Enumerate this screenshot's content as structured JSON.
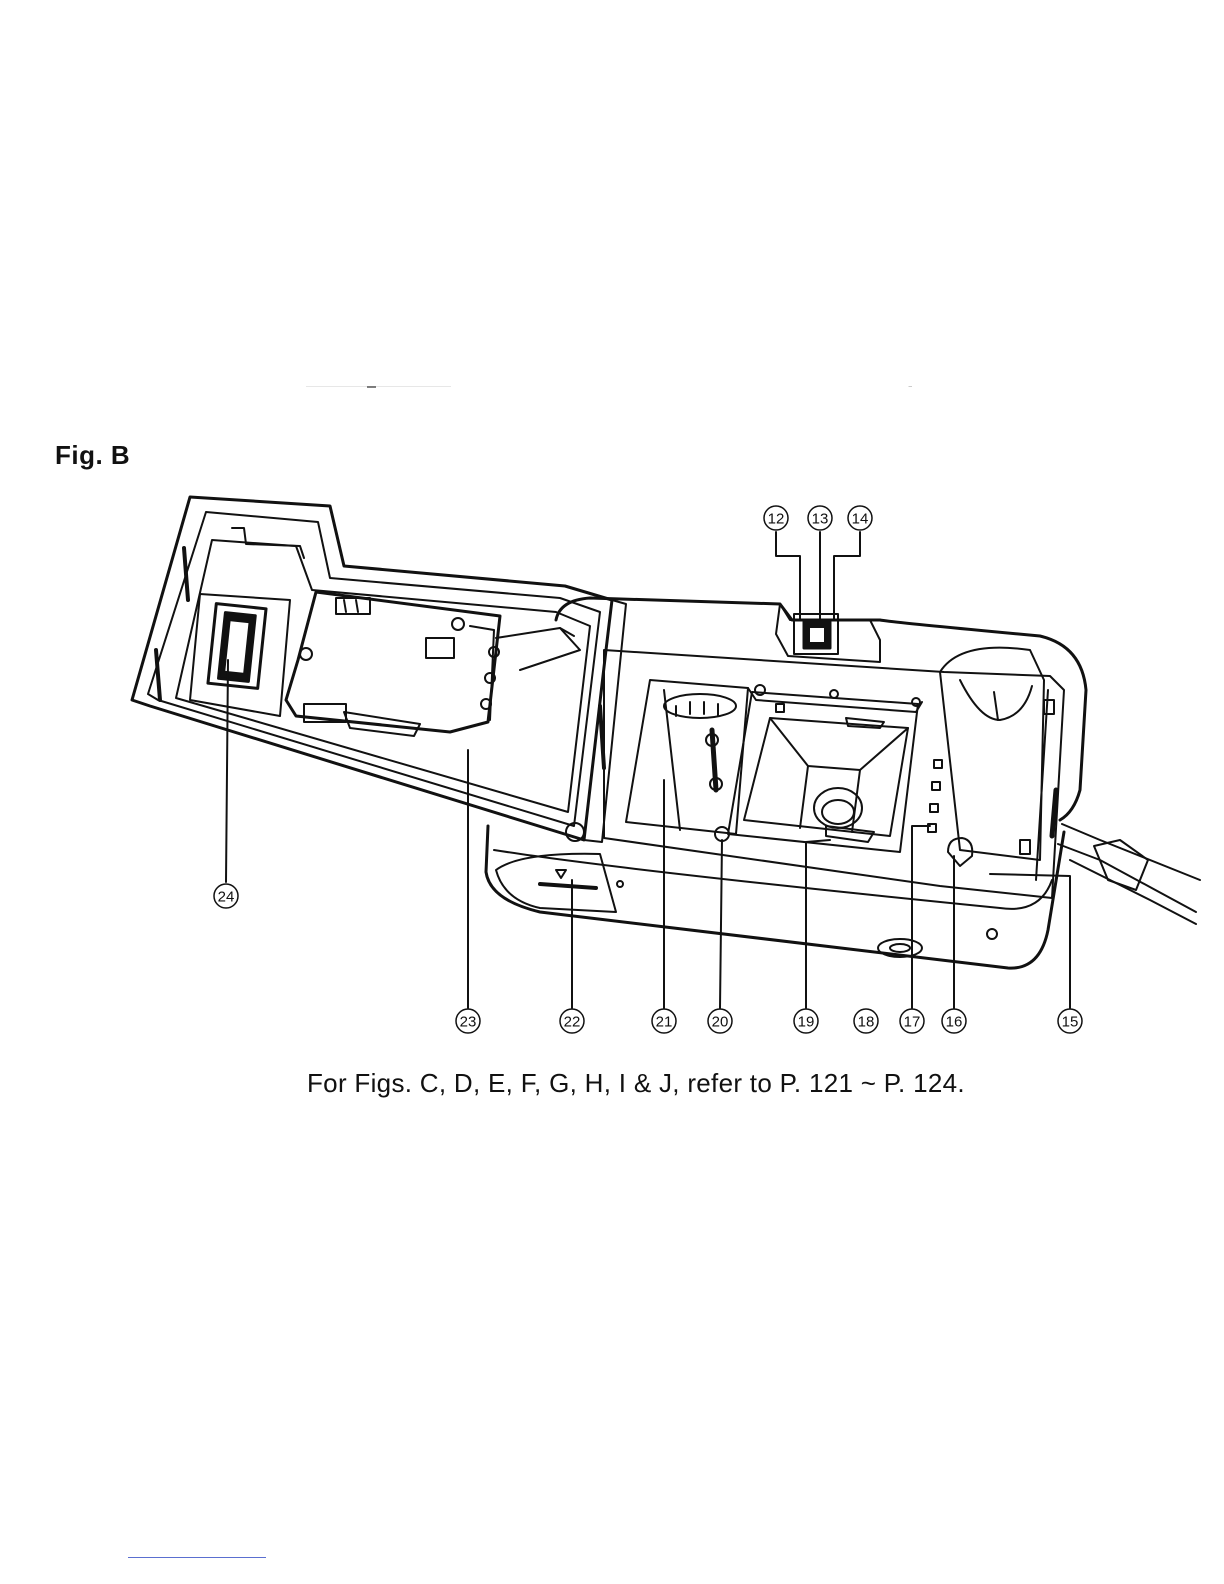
{
  "figure": {
    "label": "Fig. B"
  },
  "callouts": [
    {
      "id": "12",
      "text": "⑫"
    },
    {
      "id": "13",
      "text": "⑬"
    },
    {
      "id": "14",
      "text": "⑭"
    },
    {
      "id": "15",
      "text": "⑮"
    },
    {
      "id": "16",
      "text": "⑯"
    },
    {
      "id": "17",
      "text": "⑰"
    },
    {
      "id": "18",
      "text": "⑱"
    },
    {
      "id": "19",
      "text": "⑲"
    },
    {
      "id": "20",
      "text": "⑳"
    },
    {
      "id": "21",
      "text": "㉑"
    },
    {
      "id": "22",
      "text": "㉒"
    },
    {
      "id": "23",
      "text": "㉓"
    },
    {
      "id": "24",
      "text": "㉔"
    }
  ],
  "note": "For Figs. C, D, E, F, G, H, I & J, refer to P. 121 ~ P. 124.",
  "colors": {
    "ink": "#111111",
    "paper": "#ffffff",
    "rule": "#5a6fd0"
  }
}
